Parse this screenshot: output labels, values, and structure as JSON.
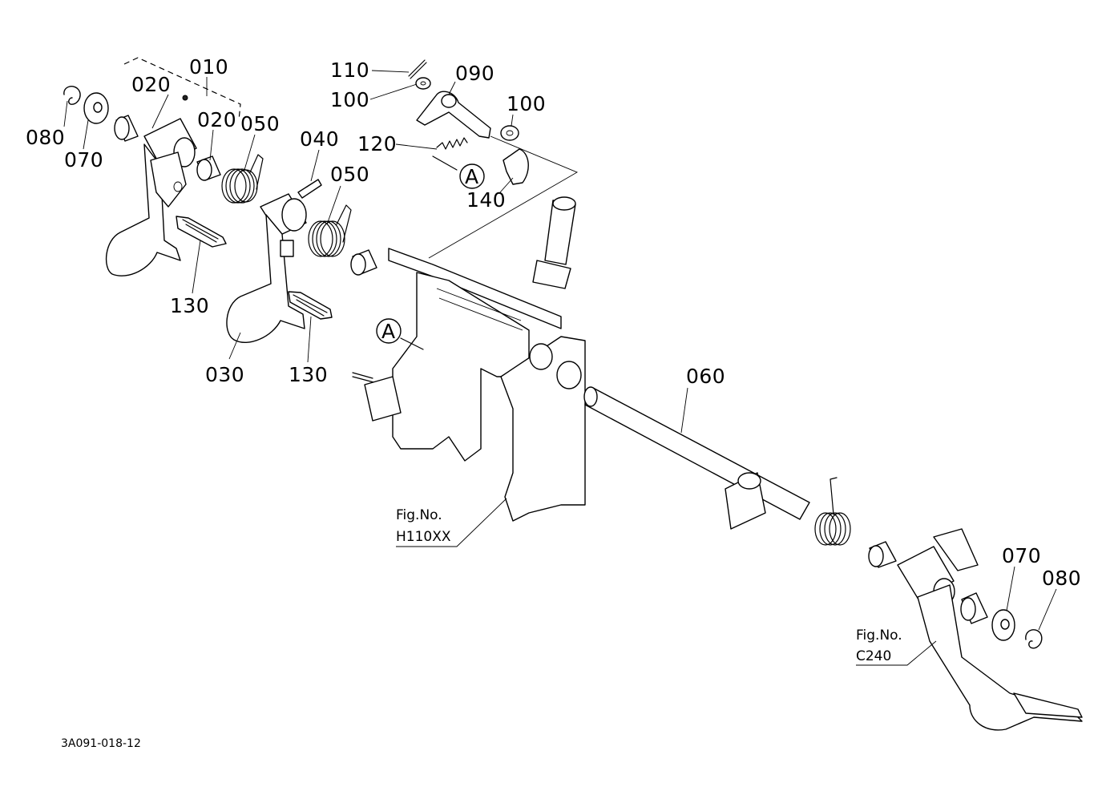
{
  "drawing_code": "3A091-018-12",
  "callouts": {
    "c010": "010",
    "c020_a": "020",
    "c020_b": "020",
    "c080_l": "080",
    "c070_l": "070",
    "c050_a": "050",
    "c050_b": "050",
    "c040": "040",
    "c110": "110",
    "c090": "090",
    "c100_a": "100",
    "c100_b": "100",
    "c120": "120",
    "c140": "140",
    "c130_a": "130",
    "c130_b": "130",
    "c030": "030",
    "c060": "060",
    "c070_r": "070",
    "c080_r": "080"
  },
  "markers": {
    "a1": "A",
    "a2": "A"
  },
  "fig_refs": {
    "h110": {
      "label": "Fig.No.",
      "number": "H110XX"
    },
    "c240": {
      "label": "Fig.No.",
      "number": "C240"
    }
  }
}
